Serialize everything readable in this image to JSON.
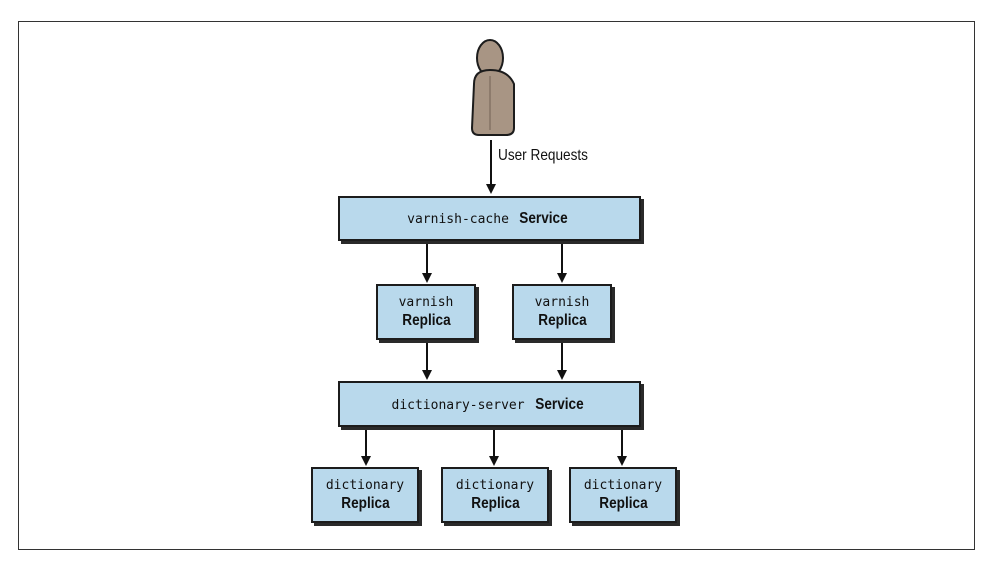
{
  "user": {
    "label": "User Requests"
  },
  "varnish_cache": {
    "name": "varnish-cache",
    "kind": "Service"
  },
  "varnish_replicas": [
    {
      "name": "varnish",
      "kind": "Replica"
    },
    {
      "name": "varnish",
      "kind": "Replica"
    }
  ],
  "dictionary_server": {
    "name": "dictionary-server",
    "kind": "Service"
  },
  "dictionary_replicas": [
    {
      "name": "dictionary",
      "kind": "Replica"
    },
    {
      "name": "dictionary",
      "kind": "Replica"
    },
    {
      "name": "dictionary",
      "kind": "Replica"
    }
  ],
  "colors": {
    "box_fill": "#b9d9ec",
    "person": "#a89584",
    "stroke": "#1c1c1c"
  }
}
